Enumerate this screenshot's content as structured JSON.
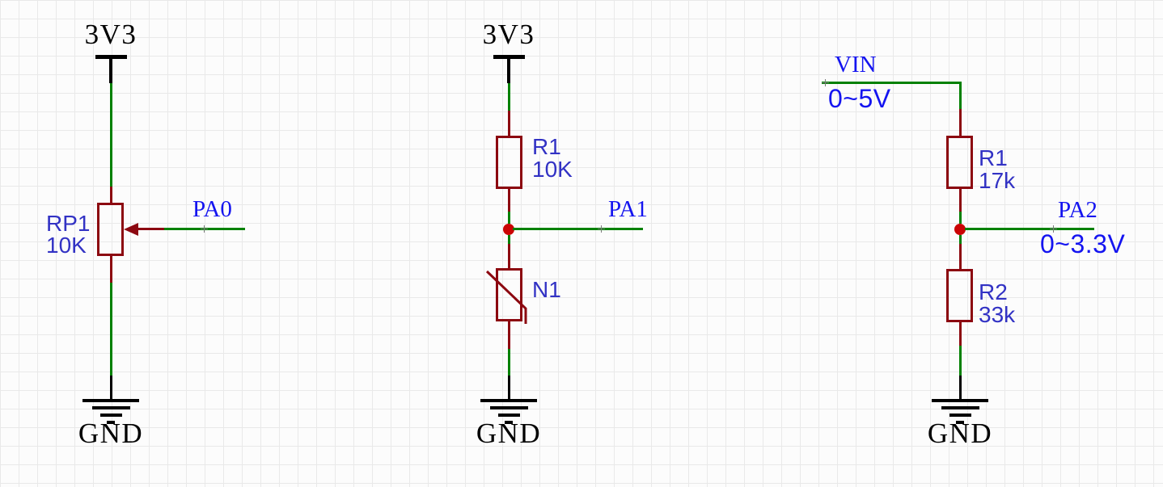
{
  "app": {
    "view": "schematic-editor-canvas"
  },
  "colors": {
    "wire_green": "#028102",
    "symbol_dark_red": "#8C0810",
    "junction_red": "#CB0404",
    "net_label_blue": "#1414F0",
    "part_label_blue": "#3232C4",
    "power_black": "#000000",
    "grid_line": "#E9E9E9",
    "background": "#FCFCFC"
  },
  "circuits": [
    {
      "name": "potentiometer-to-PA0",
      "power": "3V3",
      "ground": "GND",
      "parts": [
        {
          "ref": "RP1",
          "value": "10K",
          "type": "potentiometer"
        }
      ],
      "nets": [
        {
          "label": "PA0"
        }
      ]
    },
    {
      "name": "thermistor-divider-to-PA1",
      "power": "3V3",
      "ground": "GND",
      "parts": [
        {
          "ref": "R1",
          "value": "10K",
          "type": "resistor"
        },
        {
          "ref": "N1",
          "value": "",
          "type": "thermistor"
        }
      ],
      "nets": [
        {
          "label": "PA1"
        }
      ]
    },
    {
      "name": "resistor-divider-to-PA2",
      "power": "VIN",
      "power_note": "0~5V",
      "ground": "GND",
      "parts": [
        {
          "ref": "R1",
          "value": "17k",
          "type": "resistor"
        },
        {
          "ref": "R2",
          "value": "33k",
          "type": "resistor"
        }
      ],
      "nets": [
        {
          "label": "PA2",
          "note": "0~3.3V"
        }
      ]
    }
  ]
}
